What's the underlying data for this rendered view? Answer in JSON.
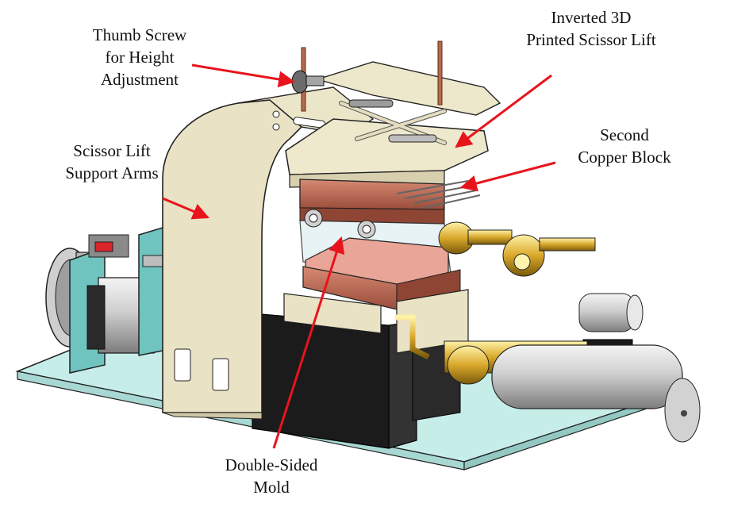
{
  "labels": {
    "thumb_screw": [
      "Thumb Screw",
      "for Height",
      "Adjustment"
    ],
    "scissor_lift": [
      "Inverted 3D",
      "Printed Scissor Lift"
    ],
    "support_arms": [
      "Scissor Lift",
      "Support Arms"
    ],
    "copper_block": [
      "Second",
      "Copper Block"
    ],
    "mold": [
      "Double-Sided",
      "Mold"
    ]
  },
  "colors": {
    "arrow": "#e8141c",
    "frame": "#e9e2c4",
    "copper": "#b7654f",
    "base_plate": "#c7ede9",
    "brass": "#d8a828",
    "black_block": "#1b1b1b"
  }
}
